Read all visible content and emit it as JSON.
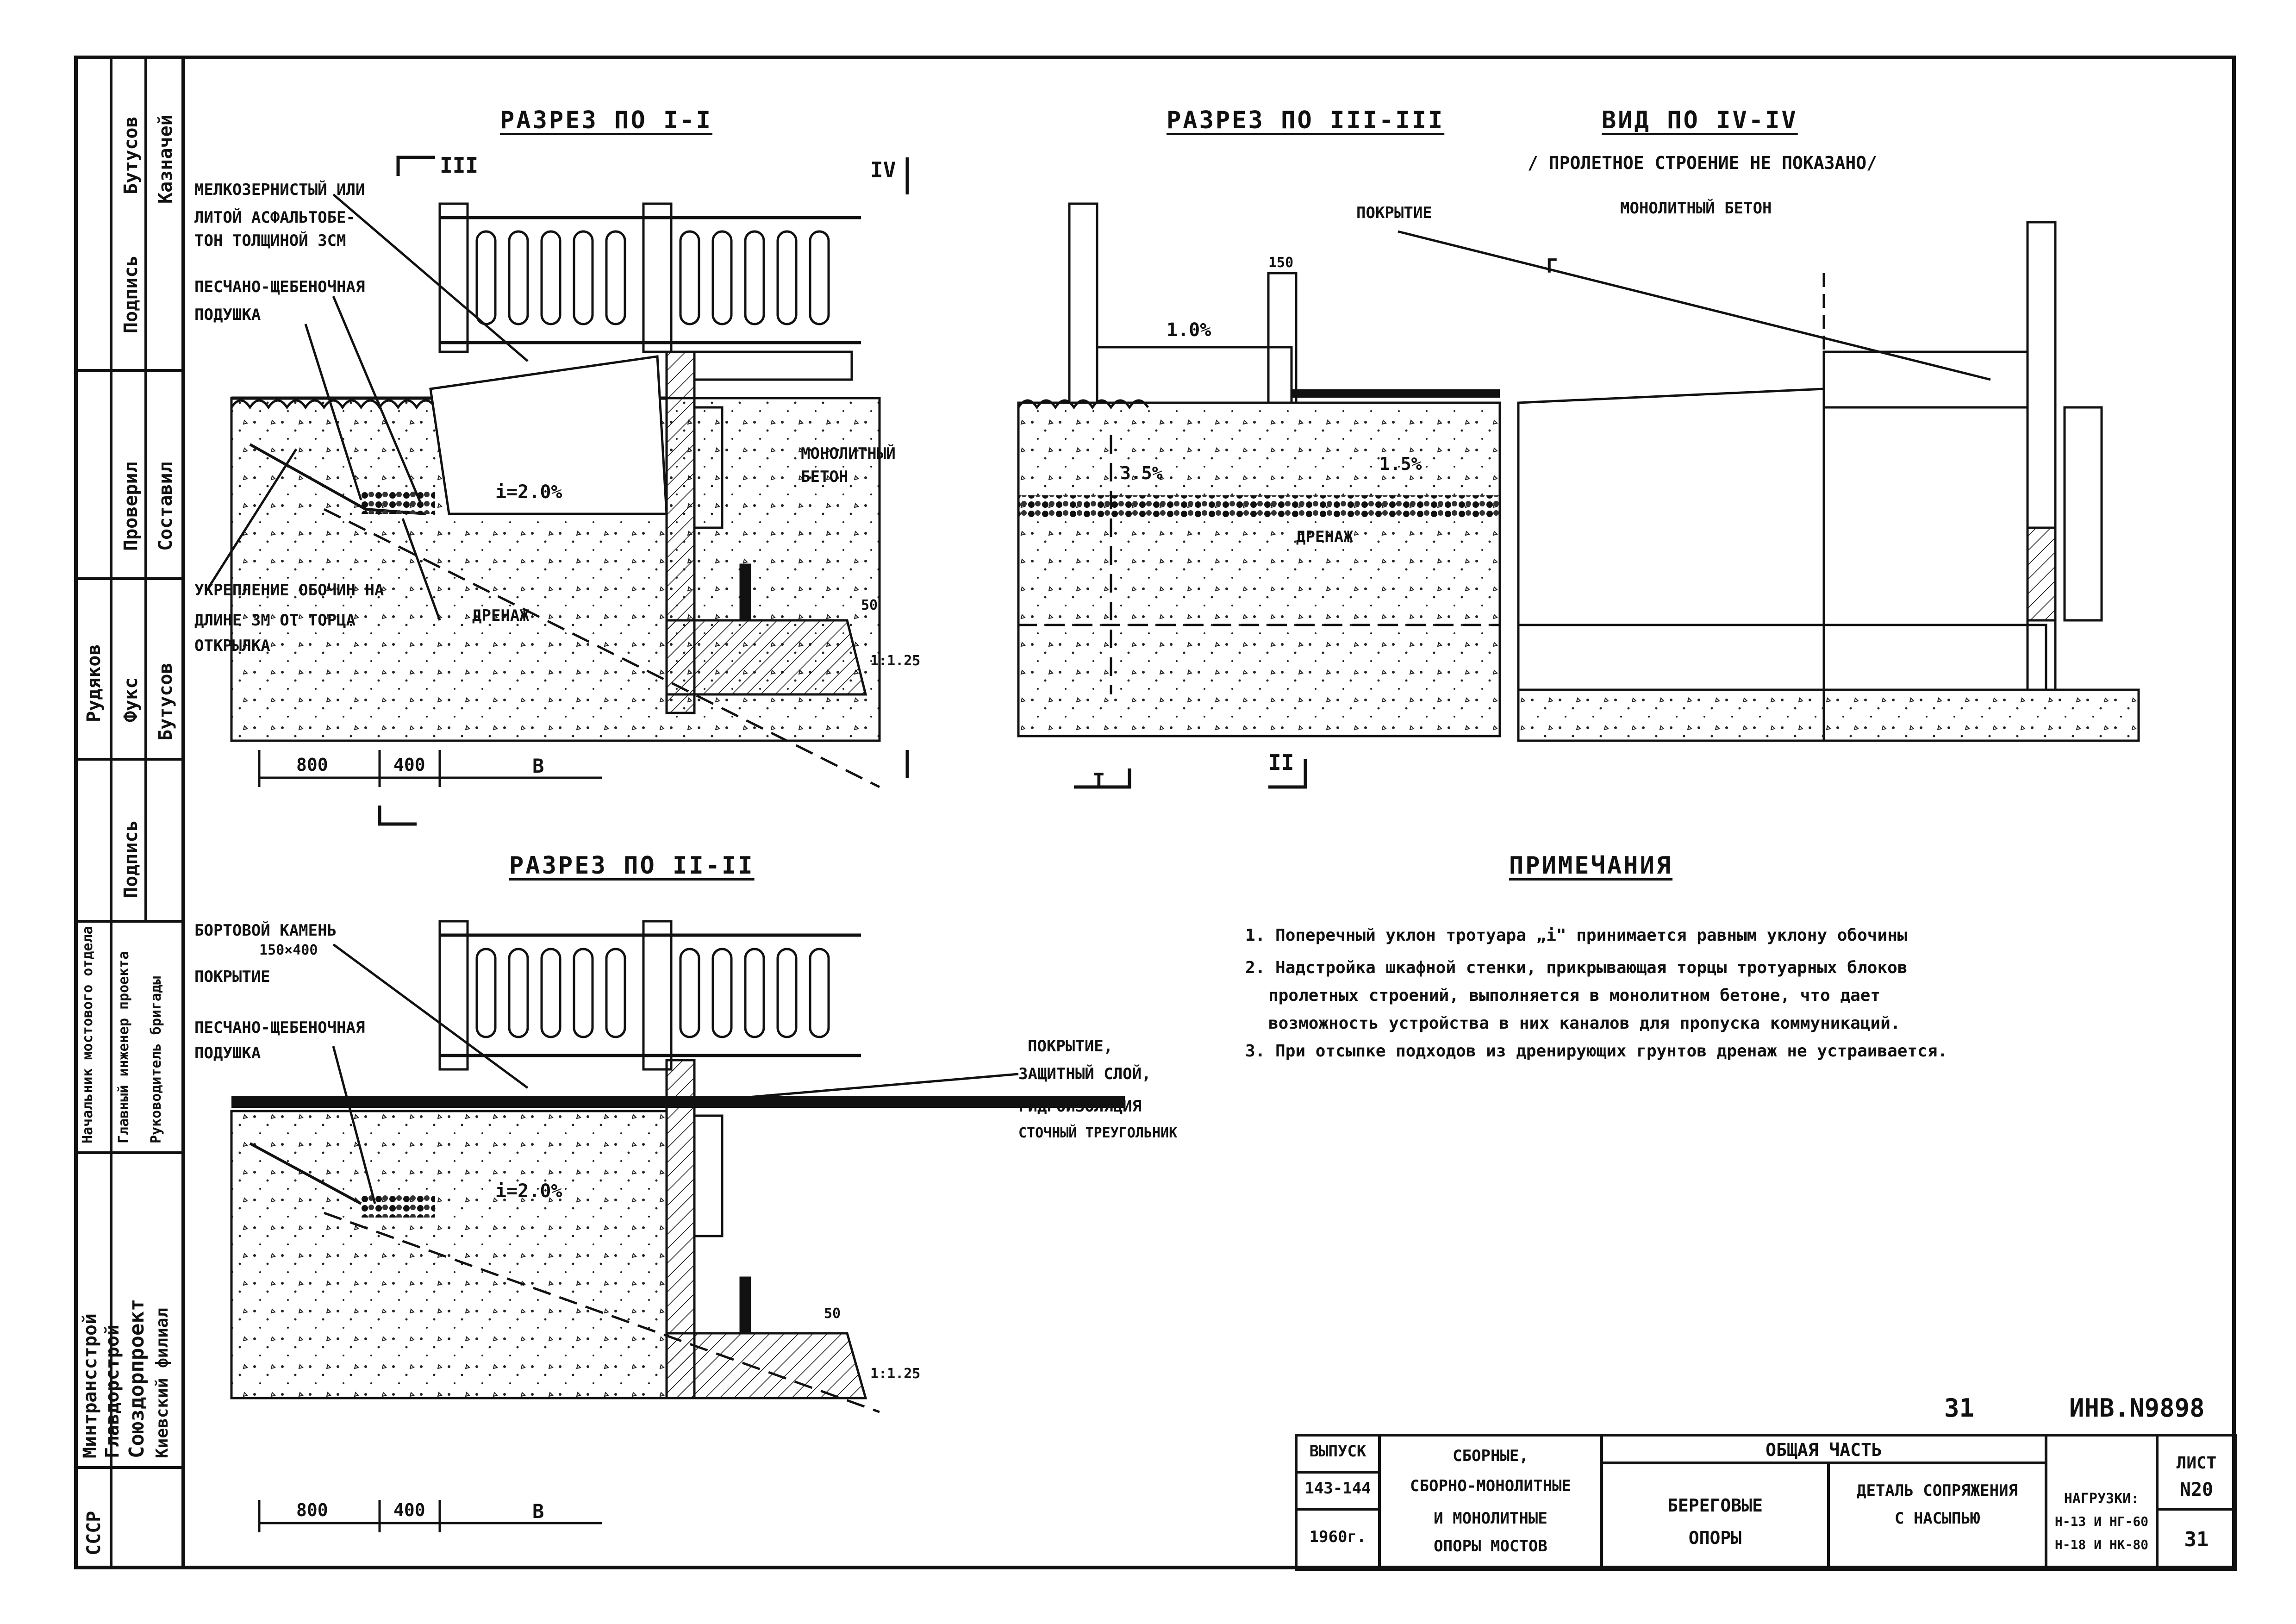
{
  "left_strip": {
    "cells": [
      "Бутусов",
      "Казначей",
      "Подпись",
      "Проверил",
      "Составил",
      "Рудяков",
      "Фукс",
      "Бутусов",
      "Подпись",
      "Начальник мостового отдела",
      "Главный инженер проекта",
      "Руководитель бригады",
      "Минтрансстрой",
      "Главдорстрой",
      "Союздорпроект",
      "Киевский филиал",
      "СССР"
    ]
  },
  "sections": {
    "s1": "РАЗРЕЗ ПО I-I",
    "s3": "РАЗРЕЗ ПО III-III",
    "s4": "ВИД ПО IV-IV",
    "s4_sub": "/ ПРОЛЕТНОЕ СТРОЕНИЕ НЕ ПОКАЗАНО/",
    "s2": "РАЗРЕЗ ПО II-II"
  },
  "labels_s1": {
    "a": "МЕЛКОЗЕРНИСТЫЙ ИЛИ",
    "b": "ЛИТОЙ АСФАЛЬТОБЕ-",
    "c": "ТОН ТОЛЩИНОЙ 3СМ",
    "d": "ПЕСЧАНО-ЩЕБЕНОЧНАЯ",
    "e": "ПОДУШКА",
    "f": "МОНОЛИТНЫЙ",
    "g": "БЕТОН",
    "h": "i=2.0%",
    "j": "УКРЕПЛЕНИЕ ОБОЧИН НА",
    "k": "ДЛИНЕ 3М ОТ ТОРЦА",
    "l": "ОТКРЫЛКА",
    "m": "ДРЕНАЖ",
    "n": "50",
    "o": "1:1.25",
    "d1": "800",
    "d2": "400",
    "d3": "В",
    "m3": "III",
    "m4": "IV"
  },
  "labels_s3": {
    "a": "ПОКРЫТИЕ",
    "b": "МОНОЛИТНЫЙ БЕТОН",
    "c": "150",
    "d": "1.0%",
    "e": "Г",
    "f": "3.5%",
    "g": "1.5%",
    "h": "ДРЕНАЖ",
    "m1": "I",
    "m2": "II"
  },
  "labels_s2": {
    "a": "БОРТОВОЙ КАМЕНЬ",
    "b": "150×400",
    "c": "ПОКРЫТИЕ",
    "d": "ПЕСЧАНО-ЩЕБЕНОЧНАЯ",
    "e": "ПОДУШКА",
    "f": "ПОКРЫТИЕ,",
    "g": "ЗАЩИТНЫЙ СЛОЙ,",
    "h": "ГИДРОИЗОЛЯЦИЯ",
    "i": "СТОЧНЫЙ ТРЕУГОЛЬНИК",
    "j": "i=2.0%",
    "k": "50",
    "l": "1:1.25",
    "d1": "800",
    "d2": "400",
    "d3": "В"
  },
  "notes": {
    "title": "ПРИМЕЧАНИЯ",
    "lines": [
      "1. Поперечный уклон тротуара „i\" принимается равным уклону обочины",
      "2. Надстройка шкафной стенки, прикрывающая торцы тротуарных блоков",
      "пролетных строений, выполняется в монолитном бетоне, что дает",
      "возможность устройства в них каналов для пропуска коммуникаций.",
      "3. При отсыпке подходов из дренирующих грунтов дренаж не устраивается."
    ]
  },
  "stamp": {
    "page_no": "31",
    "inv": "ИНВ.N9898"
  },
  "title_block": {
    "vypusk_label": "ВЫПУСК",
    "vypusk_value": "143-144",
    "year": "1960г.",
    "series_lines": [
      "СБОРНЫЕ,",
      "СБОРНО-МОНОЛИТНЫЕ",
      "И МОНОЛИТНЫЕ",
      "ОПОРЫ МОСТОВ"
    ],
    "part": "ОБЩАЯ ЧАСТЬ",
    "section_lines": [
      "БЕРЕГОВЫЕ",
      "ОПОРЫ"
    ],
    "detail_lines": [
      "ДЕТАЛЬ СОПРЯЖЕНИЯ",
      "С НАСЫПЬЮ"
    ],
    "loads_lines": [
      "НАГРУЗКИ:",
      "Н-13 И НГ-60",
      "Н-18 И НК-80"
    ],
    "sheet_label": "ЛИСТ",
    "sheet_no": "N20",
    "sheet_page": "31"
  }
}
